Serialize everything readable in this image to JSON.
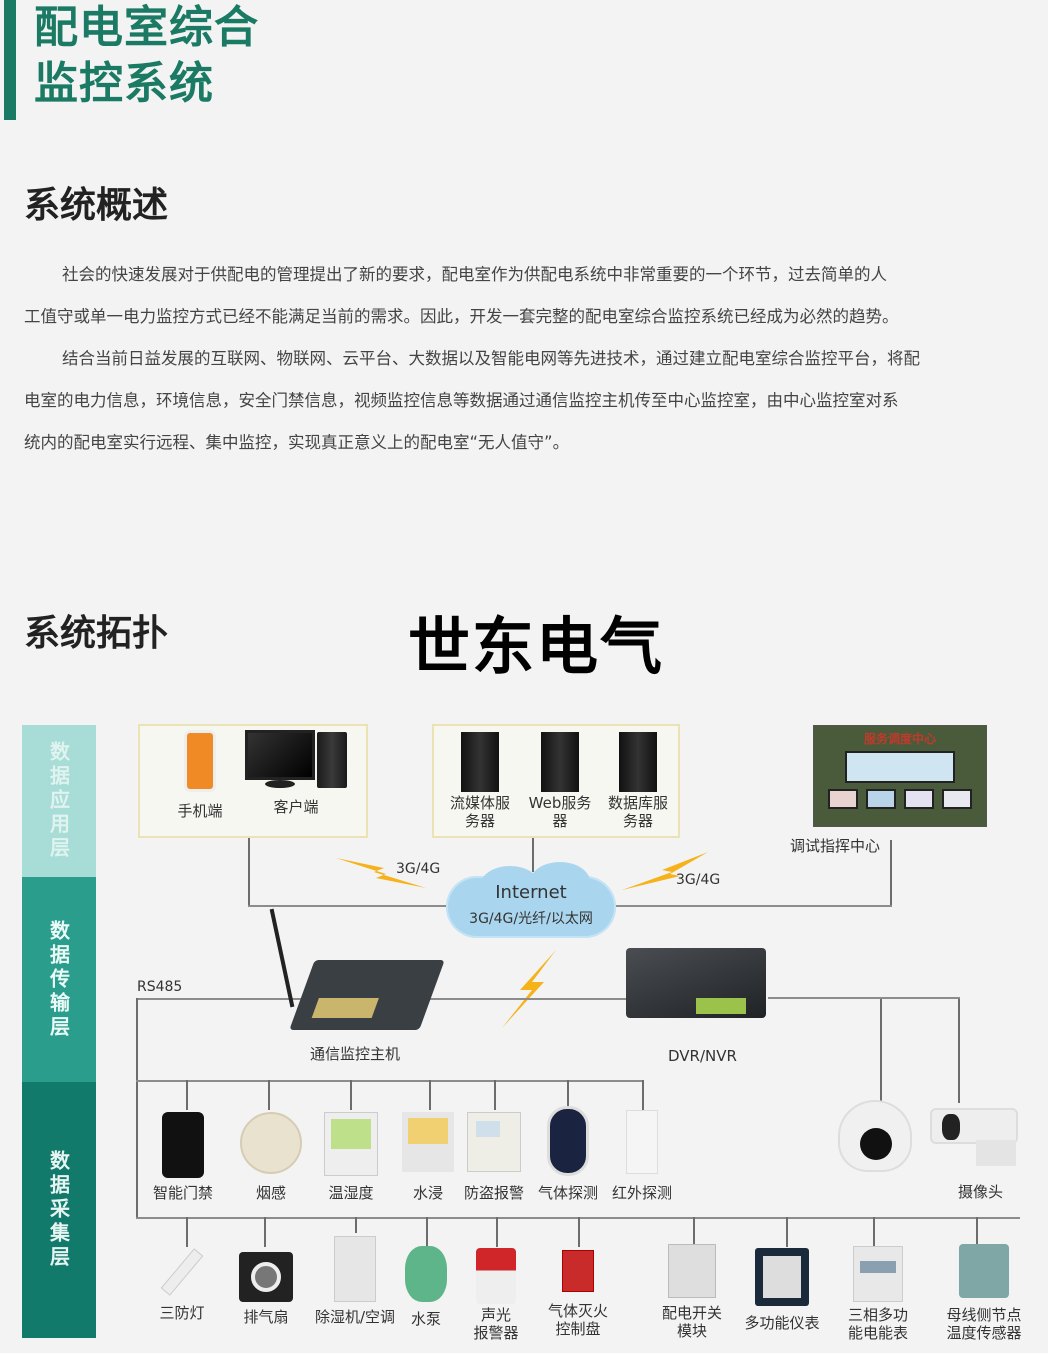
{
  "header": {
    "title_line1": "配电室综合",
    "title_line2": "监控系统",
    "accent_color": "#1b7a64"
  },
  "overview": {
    "heading": "系统概述",
    "paragraph_lines": [
      "社会的快速发展对于供配电的管理提出了新的要求，配电室作为供配电系统中非常重要的一个环节，过去简单的人",
      "工值守或单一电力监控方式已经不能满足当前的需求。因此，开发一套完整的配电室综合监控系统已经成为必然的趋势。",
      "结合当前日益发展的互联网、物联网、云平台、大数据以及智能电网等先进技术，通过建立配电室综合监控平台，将配",
      "电室的电力信息，环境信息，安全门禁信息，视频监控信息等数据通过通信监控主机传至中心监控室，由中心监控室对系",
      "统内的配电室实行远程、集中监控，实现真正意义上的配电室“无人值守”。"
    ]
  },
  "topology": {
    "heading": "系统拓扑",
    "brand": "世东电气",
    "layers": [
      {
        "label": "数据应用层",
        "color": "#a8dcd6"
      },
      {
        "label": "数据传输层",
        "color": "#2a9d8c"
      },
      {
        "label": "数据采集层",
        "color": "#127a6b"
      }
    ],
    "application": {
      "clients": [
        {
          "label": "手机端",
          "icon": "phone-icon"
        },
        {
          "label": "客户端",
          "icon": "desktop-computer-icon"
        }
      ],
      "servers": [
        {
          "label_line1": "流媒体服",
          "label_line2": "务器",
          "icon": "server-icon"
        },
        {
          "label_line1": "Web服务",
          "label_line2": "器",
          "icon": "server-icon"
        },
        {
          "label_line1": "数据库服",
          "label_line2": "务器",
          "icon": "server-icon"
        }
      ],
      "control_center": {
        "label": "调试指挥中心",
        "screen_text": "服务调度中心"
      }
    },
    "transport": {
      "wireless_left": "3G/4G",
      "wireless_right": "3G/4G",
      "cloud_title": "Internet",
      "cloud_subtitle": "3G/4G/光纤/以太网",
      "bus_label": "RS485",
      "gateway_label": "通信监控主机",
      "dvr_label": "DVR/NVR"
    },
    "collection": {
      "row1": [
        {
          "label": "智能门禁",
          "icon": "access-control-icon"
        },
        {
          "label": "烟感",
          "icon": "smoke-detector-icon"
        },
        {
          "label": "温湿度",
          "icon": "thermo-hygrometer-icon"
        },
        {
          "label": "水浸",
          "icon": "water-leak-sensor-icon"
        },
        {
          "label": "防盗报警",
          "icon": "burglar-alarm-icon"
        },
        {
          "label": "气体探测",
          "icon": "gas-detector-icon"
        },
        {
          "label": "红外探测",
          "icon": "infrared-detector-icon"
        }
      ],
      "cameras_label": "摄像头",
      "row2": [
        {
          "label_line1": "三防灯",
          "label_line2": "",
          "icon": "tri-proof-light-icon"
        },
        {
          "label_line1": "排气扇",
          "label_line2": "",
          "icon": "exhaust-fan-icon"
        },
        {
          "label_line1": "除湿机/空调",
          "label_line2": "",
          "icon": "dehumidifier-icon"
        },
        {
          "label_line1": "水泵",
          "label_line2": "",
          "icon": "water-pump-icon"
        },
        {
          "label_line1": "声光",
          "label_line2": "报警器",
          "icon": "siren-icon"
        },
        {
          "label_line1": "气体灭火",
          "label_line2": "控制盘",
          "icon": "fire-control-panel-icon"
        },
        {
          "label_line1": "配电开关",
          "label_line2": "模块",
          "icon": "switch-module-icon"
        },
        {
          "label_line1": "多功能仪表",
          "label_line2": "",
          "icon": "power-meter-icon"
        },
        {
          "label_line1": "三相多功",
          "label_line2": "能电能表",
          "icon": "energy-meter-icon"
        },
        {
          "label_line1": "母线侧节点",
          "label_line2": "温度传感器",
          "icon": "temperature-sensor-icon"
        }
      ]
    }
  }
}
